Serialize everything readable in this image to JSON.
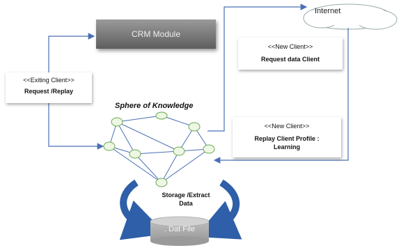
{
  "crm_module": {
    "label": "CRM Module"
  },
  "existing_client": {
    "stereotype": "<<Exiting Client>>",
    "text": "Request /Replay"
  },
  "new_client_request": {
    "stereotype": "<<New Client>>",
    "text": "Request data Client"
  },
  "new_client_replay": {
    "stereotype": "<<New Client>>",
    "text_line1": "Replay Client Profile :",
    "text_line2": "Learning"
  },
  "sphere": {
    "title": "Sphere of Knowledge"
  },
  "storage": {
    "line1": "Storage /Extract",
    "line2": "Data"
  },
  "dat_file": {
    "label": ". Dat File"
  },
  "internet": {
    "label": "Internet"
  },
  "colors": {
    "connector": "#4a6fb5",
    "node_fill": "#eef7e4",
    "node_stroke": "#6aa84f",
    "arrow": "#2e5fa8"
  }
}
